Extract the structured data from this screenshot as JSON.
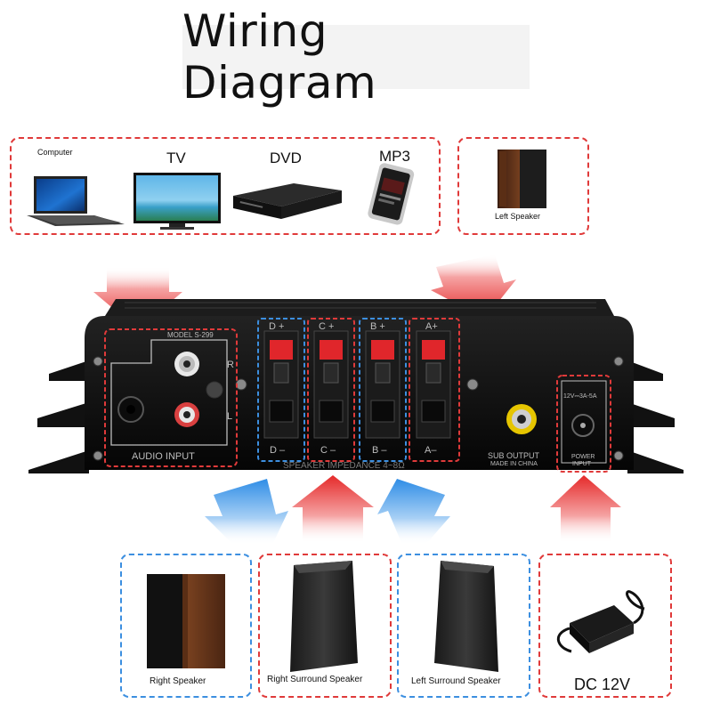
{
  "title": "Wiring Diagram",
  "sources": {
    "computer": "Computer",
    "tv": "TV",
    "dvd": "DVD",
    "mp3": "MP3"
  },
  "left_speaker": "Left Speaker",
  "amp": {
    "model": "MODEL S-299",
    "r": "R",
    "l": "L",
    "audio_input": "AUDIO INPUT",
    "channels": [
      {
        "plus": "D +",
        "minus": "D –"
      },
      {
        "plus": "C +",
        "minus": "C –"
      },
      {
        "plus": "B +",
        "minus": "B –"
      },
      {
        "plus": "A+",
        "minus": "A–"
      }
    ],
    "impedance": "SPEAKER IMPEDANCE 4~8Ω",
    "sub_output": "SUB OUTPUT",
    "made_in": "MADE IN CHINA",
    "dc_rating": "12V⎓3A-5A",
    "power_input_1": "POWER",
    "power_input_2": "INPUT"
  },
  "bottom": {
    "right_speaker": "Right Speaker",
    "right_surround": "Right Surround Speaker",
    "left_surround": "Left Surround Speaker",
    "dc": "DC 12V"
  },
  "colors": {
    "red": "#e03a3a",
    "blue": "#3c8fe0"
  }
}
